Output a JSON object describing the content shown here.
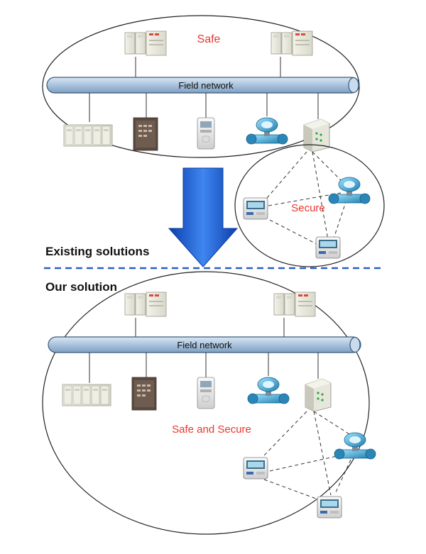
{
  "labels": {
    "safe": "Safe",
    "field_network": "Field network",
    "secure": "Secure",
    "existing_solutions": "Existing solutions",
    "our_solution": "Our solution",
    "safe_and_secure": "Safe and Secure"
  },
  "colors": {
    "accent_red": "#e8362c",
    "bus_fill": "#b9cfe4",
    "bus_stroke": "#3a5b7a",
    "arrow_blue": "#1f5fd6",
    "divider_blue": "#2c5fb8",
    "ellipse_stroke": "#222222"
  },
  "icons": [
    "controller-module-icon",
    "io-module-rack-icon",
    "cabinet-device-icon",
    "drive-device-icon",
    "flowmeter-icon",
    "wireless-gateway-icon",
    "transmitter-display-icon",
    "down-arrow-icon"
  ]
}
